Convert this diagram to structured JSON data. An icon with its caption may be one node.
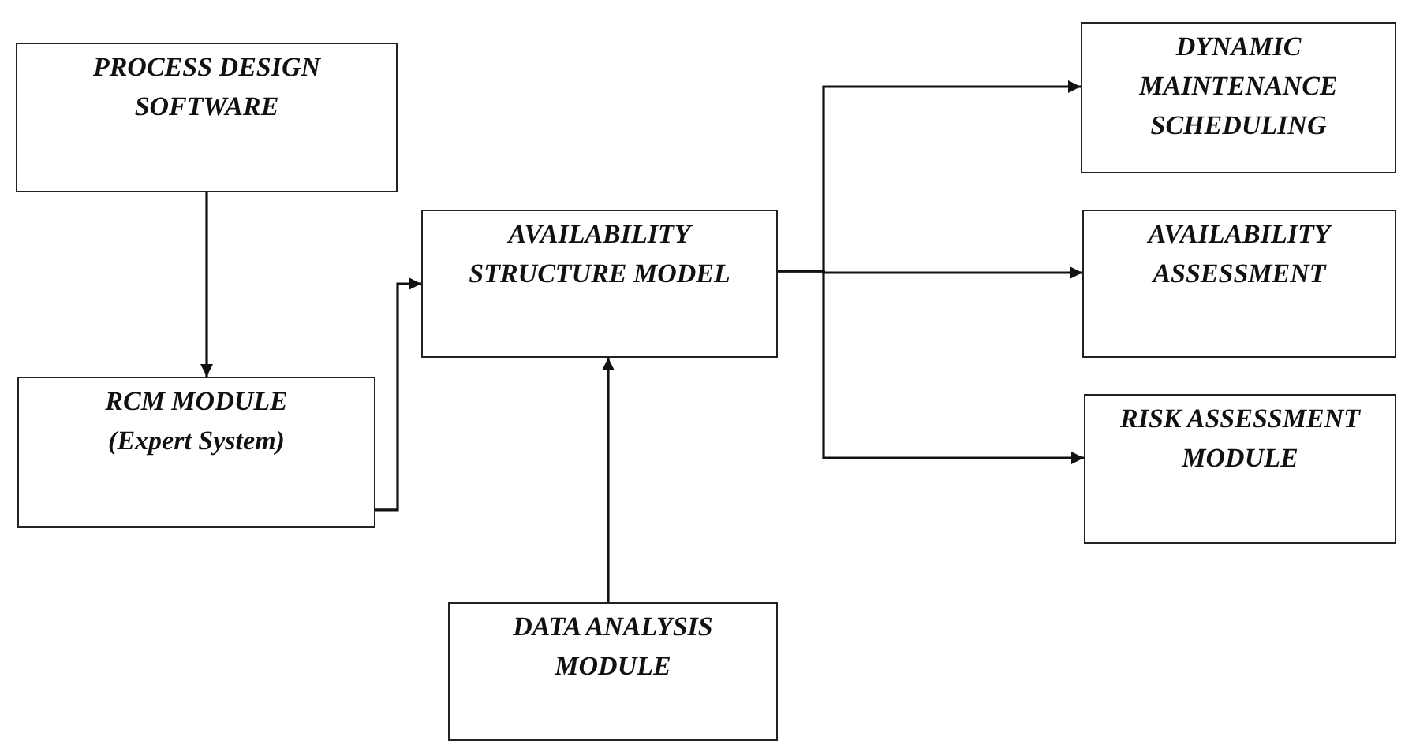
{
  "diagram": {
    "nodes": [
      {
        "text": [
          "PROCESS DESIGN SOFTWARE"
        ]
      },
      {
        "text": [
          "RCM MODULE (Expert System)"
        ]
      },
      {
        "text": [
          "AVAILABILITY STRUCTURE MODEL"
        ]
      },
      {
        "text": [
          "DATA ANALYSIS MODULE"
        ]
      },
      {
        "text": [
          "DYNAMIC MAINTENANCE SCHEDULING"
        ]
      },
      {
        "text": [
          "AVAILABILITY ASSESSMENT"
        ]
      },
      {
        "text": [
          "RISK ASSESSMENT MODULE"
        ]
      }
    ],
    "edges": [
      {
        "from": 0,
        "to": 1,
        "arrow": "to"
      },
      {
        "from": 1,
        "to": 2,
        "arrow": "to"
      },
      {
        "from": 2,
        "to": 4,
        "arrow": "to"
      },
      {
        "from": 2,
        "to": 5,
        "arrow": "to"
      },
      {
        "from": 2,
        "to": 6,
        "arrow": "to"
      },
      {
        "from": 3,
        "to": 2,
        "arrow": "to"
      }
    ]
  }
}
